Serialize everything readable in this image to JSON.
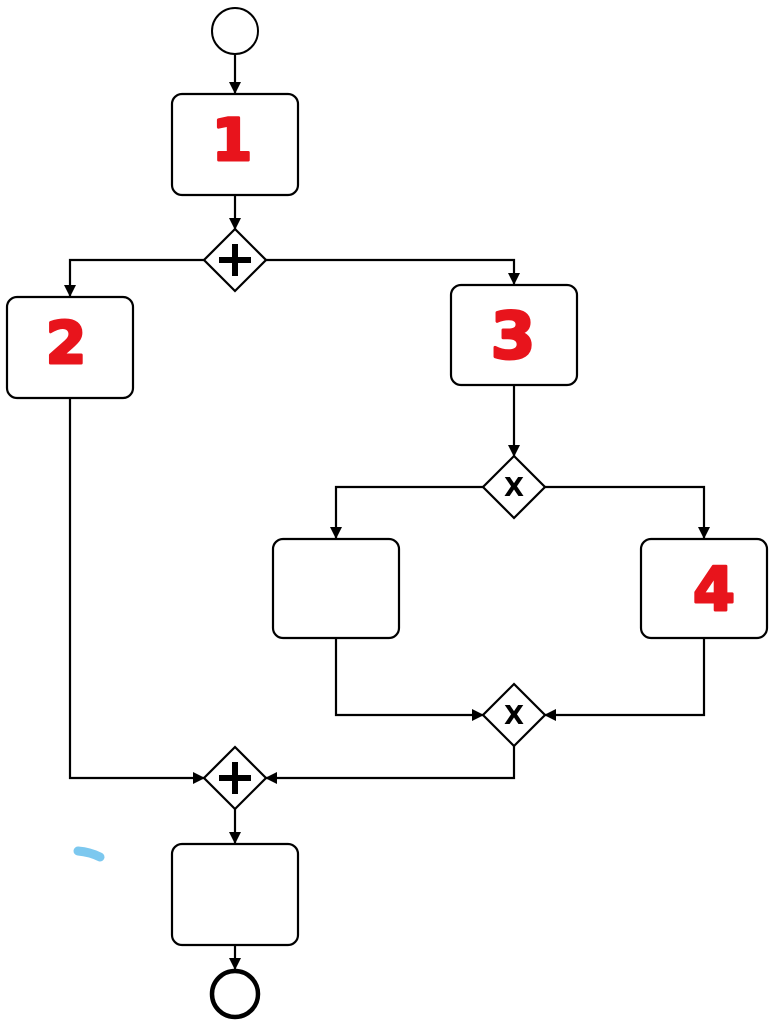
{
  "diagram": {
    "start_event": {
      "icon": "circle-icon"
    },
    "end_event": {
      "icon": "bold-circle-icon"
    },
    "tasks": {
      "task_1": {
        "label": "1"
      },
      "task_2": {
        "label": "2"
      },
      "task_3": {
        "label": "3"
      },
      "task_4": {
        "label": "4"
      },
      "task_blank_left": {
        "label": ""
      },
      "task_final": {
        "label": ""
      }
    },
    "gateways": {
      "parallel_split": {
        "symbol": "+",
        "kind": "parallel"
      },
      "exclusive_split": {
        "symbol": "X",
        "kind": "exclusive"
      },
      "exclusive_join": {
        "symbol": "X",
        "kind": "exclusive"
      },
      "parallel_join": {
        "symbol": "+",
        "kind": "parallel"
      }
    },
    "colors": {
      "line": "#000000",
      "handwriting": "#e8141c",
      "stray_mark": "#7cc8ef"
    }
  }
}
